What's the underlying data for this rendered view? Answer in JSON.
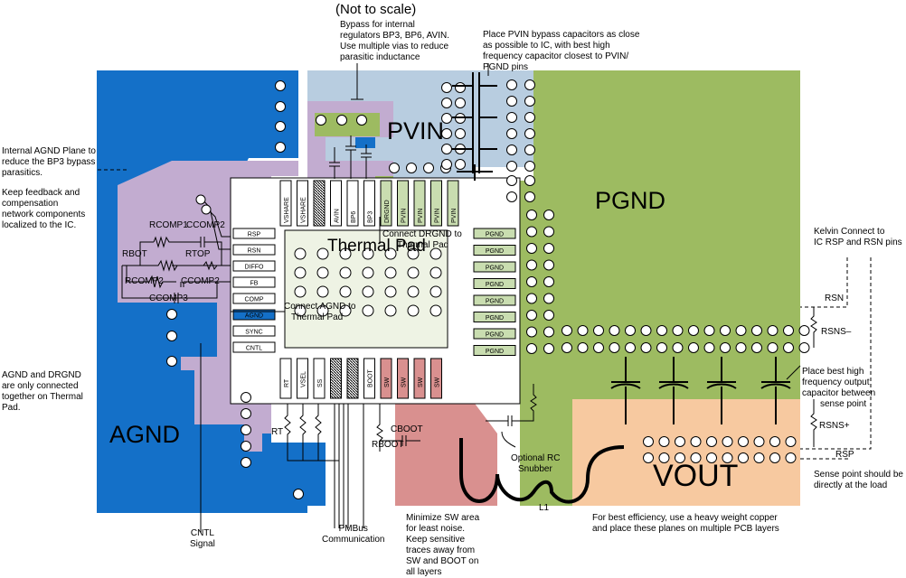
{
  "title": "(Not to scale)",
  "regions": {
    "pvin": "PVIN",
    "pgnd": "PGND",
    "agnd": "AGND",
    "vout": "VOUT",
    "thermal_pad": "Thermal Pad"
  },
  "pins": {
    "top": [
      "VSHARE",
      "VSHARE",
      "",
      "AVIN",
      "BP6",
      "BP3",
      "DRGND",
      "PVIN",
      "PVIN",
      "PVIN",
      "PVIN"
    ],
    "left": [
      "RSP",
      "RSN",
      "DIFFO",
      "FB",
      "COMP",
      "AGND",
      "SYNC",
      "CNTL"
    ],
    "right": [
      "PGND",
      "PGND",
      "PGND",
      "PGND",
      "PGND",
      "PGND",
      "PGND",
      "PGND"
    ],
    "bottom": [
      "RT",
      "VSEL",
      "SS",
      "",
      "",
      "BOOT",
      "SW",
      "SW",
      "SW",
      "SW"
    ]
  },
  "components": {
    "rcomp1": "RCOMP1",
    "ccomp2_top": "CCOMP2",
    "rbot": "RBOT",
    "rtop": "RTOP",
    "rcomp2": "RCOMP2",
    "ccomp2_mid": "CCOMP2",
    "ccomp3": "CCOMP3",
    "rt": "RT",
    "cboot": "CBOOT",
    "rboot": "RBOOT",
    "l1": "L1",
    "rsn": "RSN",
    "rsns_minus": "RSNS–",
    "rsns_plus": "RSNS+",
    "rsp": "RSP"
  },
  "notes": {
    "bypass_internal": [
      "Bypass for internal",
      "regulators BP3, BP6, AVIN.",
      "Use multiple vias to reduce",
      "parasitic inductance"
    ],
    "pvin_bypass": [
      "Place PVIN bypass capacitors as close",
      "as possible to IC, with best high",
      "frequency capacitor closest to PVIN/",
      "PGND pins"
    ],
    "internal_agnd": [
      "Internal AGND Plane to",
      "reduce the BP3 bypass",
      "parasitics."
    ],
    "feedback": [
      "Keep feedback and",
      "compensation",
      "network components",
      "localized to the IC."
    ],
    "agnd_drgnd": [
      "AGND and DRGND",
      "are only connected",
      "together on Thermal",
      "Pad."
    ],
    "connect_drgnd": [
      "Connect DRGND to",
      "Thermal Pad"
    ],
    "connect_agnd": [
      "Connect AGND to",
      "Thermal Pad"
    ],
    "kelvin": [
      "Kelvin Connect to",
      "IC RSP and RSN pins"
    ],
    "best_hf_output": [
      "Place best high",
      "frequency output",
      "capacitor between",
      "sense point"
    ],
    "sense_point": [
      "Sense point should be",
      "directly at the load"
    ],
    "optional_rc": [
      "Optional RC",
      "Snubber"
    ],
    "minimize_sw": [
      "Minimize SW area",
      "for least noise.",
      "Keep sensitive",
      "traces away from",
      "SW and BOOT on",
      "all layers"
    ],
    "best_efficiency": [
      "For best efficiency, use a heavy weight copper",
      "and place these planes on multiple PCB layers"
    ],
    "cntl_signal": [
      "CNTL",
      "Signal"
    ],
    "pmbus": [
      "PMBus",
      "Communication"
    ]
  },
  "colors": {
    "agnd": "#1470c8",
    "pvin": "#b8cde0",
    "pgnd": "#9dbb61",
    "vout": "#f7c9a0",
    "sw": "#d9908f",
    "lavender": "#c2acd0",
    "thermal_pad": "#eef3e4",
    "pin_fill": "#c9ddb0"
  }
}
